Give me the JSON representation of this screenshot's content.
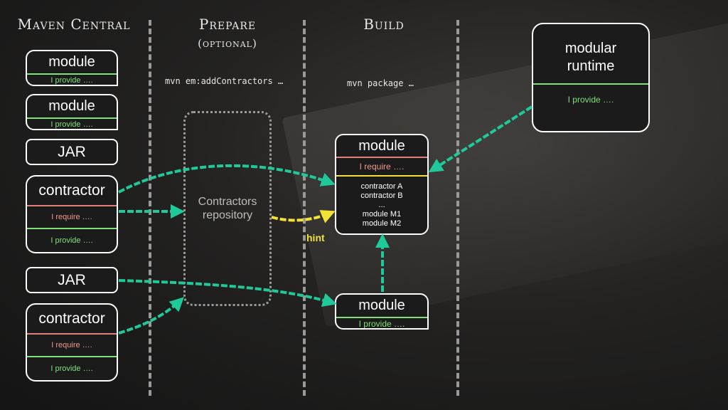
{
  "headers": {
    "maven_central": "Maven Central",
    "prepare": "Prepare",
    "prepare_optional": "(optional)",
    "build": "Build"
  },
  "commands": {
    "prepare": "mvn em:addContractors …",
    "build": "mvn package …"
  },
  "left_column": {
    "module1": {
      "title": "module",
      "provide": "I provide …."
    },
    "module2": {
      "title": "module",
      "provide": "I provide …."
    },
    "jar1": {
      "title": "JAR"
    },
    "contractor1": {
      "title": "contractor",
      "require": "I require ….",
      "provide": "I provide …."
    },
    "jar2": {
      "title": "JAR"
    },
    "contractor2": {
      "title": "contractor",
      "require": "I require ….",
      "provide": "I provide …."
    }
  },
  "repository": {
    "line1": "Contractors",
    "line2": "repository"
  },
  "hint": "hint",
  "build_module": {
    "title": "module",
    "require": "I require ….",
    "items": [
      "contractor A",
      "contractor B",
      "...",
      "module M1",
      "module M2"
    ]
  },
  "lower_module": {
    "title": "module",
    "provide": "I provide …."
  },
  "runtime": {
    "line1": "modular",
    "line2": "runtime",
    "provide": "I provide …."
  },
  "colors": {
    "arrow": "#1fc99a",
    "hint": "#f2e235",
    "provide": "#7fe07a",
    "require": "#e0807a"
  }
}
